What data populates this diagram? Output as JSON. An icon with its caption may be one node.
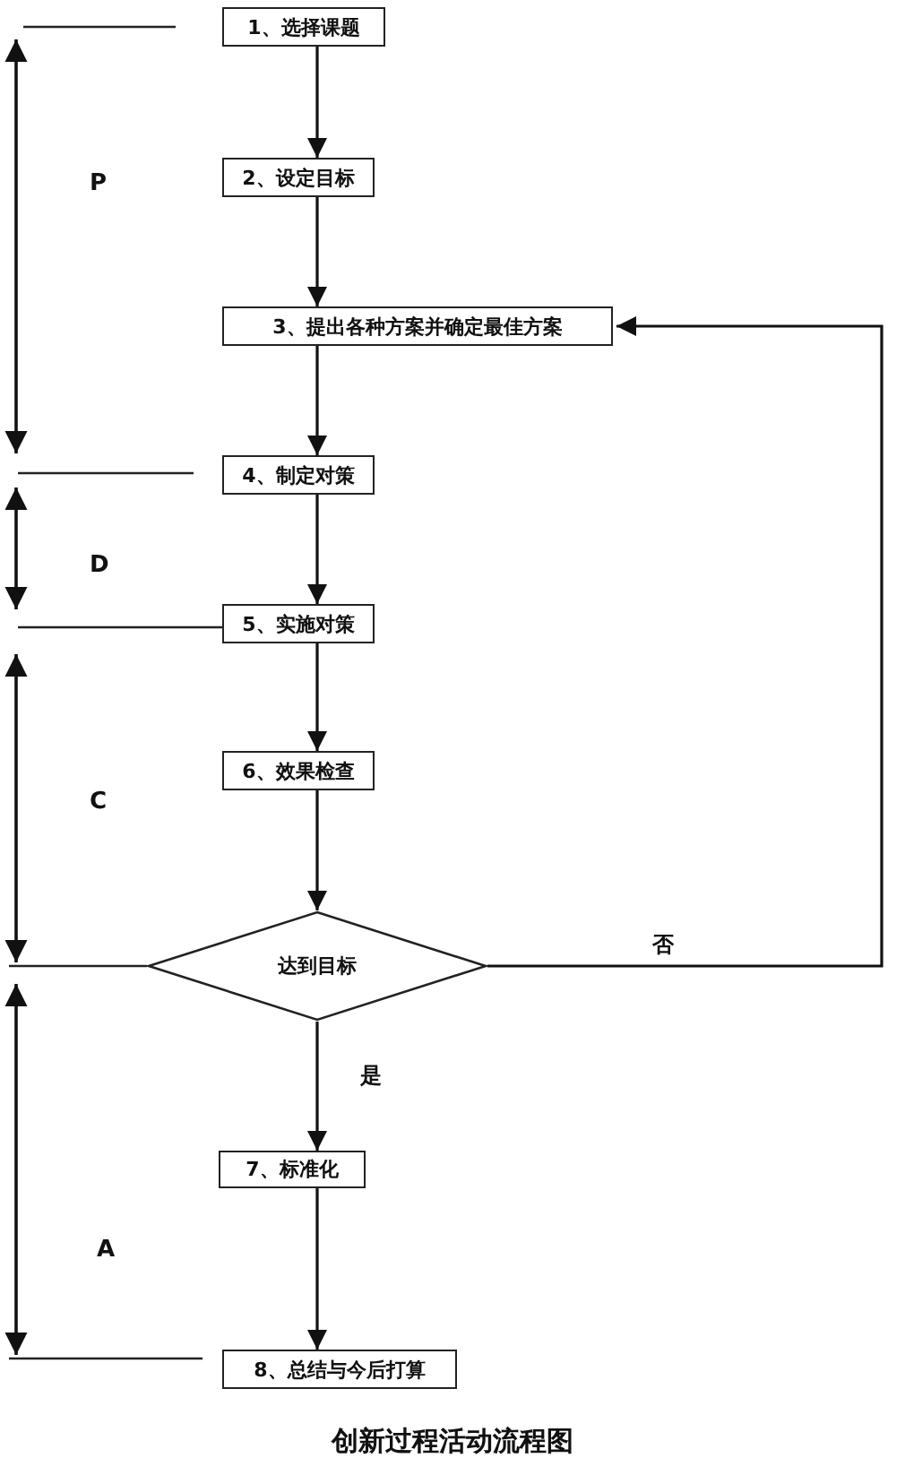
{
  "diagram": {
    "caption": "创新过程活动流程图",
    "nodes": [
      {
        "text": [
          "1、选择课题"
        ]
      },
      {
        "text": [
          "2、设定目标"
        ]
      },
      {
        "text": [
          "3、提出各种方案并确定最佳方案"
        ]
      },
      {
        "text": [
          "4、制定对策"
        ]
      },
      {
        "text": [
          "5、实施对策"
        ]
      },
      {
        "text": [
          "6、效果检查"
        ]
      },
      {
        "text": [
          "达到目标"
        ]
      },
      {
        "text": [
          "7、标准化"
        ]
      },
      {
        "text": [
          "8、总结与今后打算"
        ]
      }
    ],
    "edges": [
      {
        "from": 0,
        "to": 1,
        "arrow": "to"
      },
      {
        "from": 1,
        "to": 2,
        "arrow": "to"
      },
      {
        "from": 2,
        "to": 3,
        "arrow": "to"
      },
      {
        "from": 3,
        "to": 4,
        "arrow": "to"
      },
      {
        "from": 4,
        "to": 5,
        "arrow": "to"
      },
      {
        "from": 5,
        "to": 6,
        "arrow": "to"
      },
      {
        "from": 6,
        "to": 2,
        "arrow": "to",
        "label": "否"
      },
      {
        "from": 6,
        "to": 7,
        "arrow": "to",
        "label": "是"
      },
      {
        "from": 7,
        "to": 8,
        "arrow": "to"
      }
    ],
    "labels": [
      "P",
      "D",
      "C",
      "A"
    ]
  }
}
